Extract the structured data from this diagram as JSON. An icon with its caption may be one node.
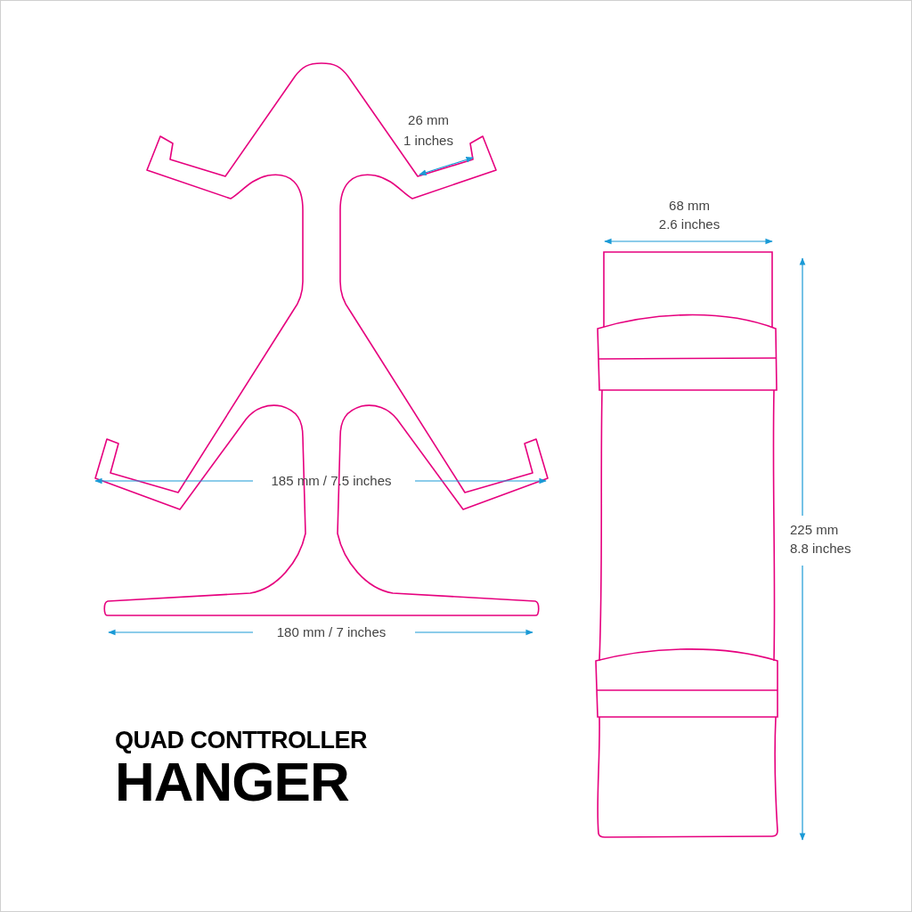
{
  "diagram": {
    "title": "QUAD CONTTROLLER HANGER",
    "labels": [
      "26 mm",
      "1 inches",
      "68 mm",
      "2.6 inches",
      "185 mm / 7.5 inches",
      "225 mm",
      "8.8 inches",
      "180 mm / 7 inches"
    ]
  }
}
